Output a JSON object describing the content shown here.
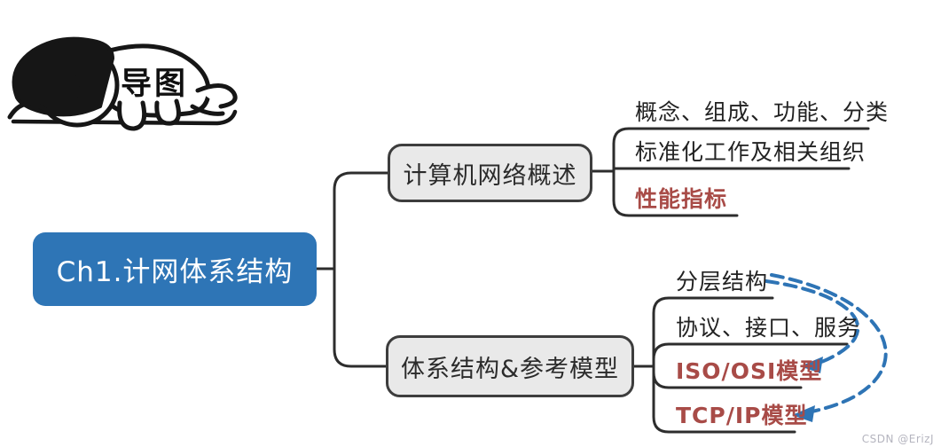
{
  "page": {
    "watermark": "CSDN @ErizJ"
  },
  "mascot": {
    "label": "导图",
    "illustration": "person-lying-face-down-cartoon"
  },
  "mindmap": {
    "root": {
      "label": "Ch1.计网体系结构"
    },
    "branches": [
      {
        "label": "计算机网络概述",
        "children": [
          {
            "label": "概念、组成、功能、分类",
            "emphasis": false
          },
          {
            "label": "标准化工作及相关组织",
            "emphasis": false
          },
          {
            "label": "性能指标",
            "emphasis": true
          }
        ]
      },
      {
        "label": "体系结构&参考模型",
        "children": [
          {
            "label": "分层结构",
            "emphasis": false
          },
          {
            "label": "协议、接口、服务",
            "emphasis": false
          },
          {
            "label": "ISO/OSI模型",
            "emphasis": true
          },
          {
            "label": "TCP/IP模型",
            "emphasis": true
          }
        ]
      }
    ],
    "arrows": [
      {
        "from": "分层结构",
        "to": "ISO/OSI模型",
        "style": "dashed"
      },
      {
        "from": "分层结构",
        "to": "TCP/IP模型",
        "style": "dashed"
      }
    ],
    "colors": {
      "root_fill": "#2E75B6",
      "root_text": "#ffffff",
      "branch_fill": "#E9E9E9",
      "branch_border": "#3d3d3d",
      "connector_line": "#2d2d2d",
      "emphasis_text": "#A84B47",
      "arrow_blue": "#2E74B5"
    }
  }
}
